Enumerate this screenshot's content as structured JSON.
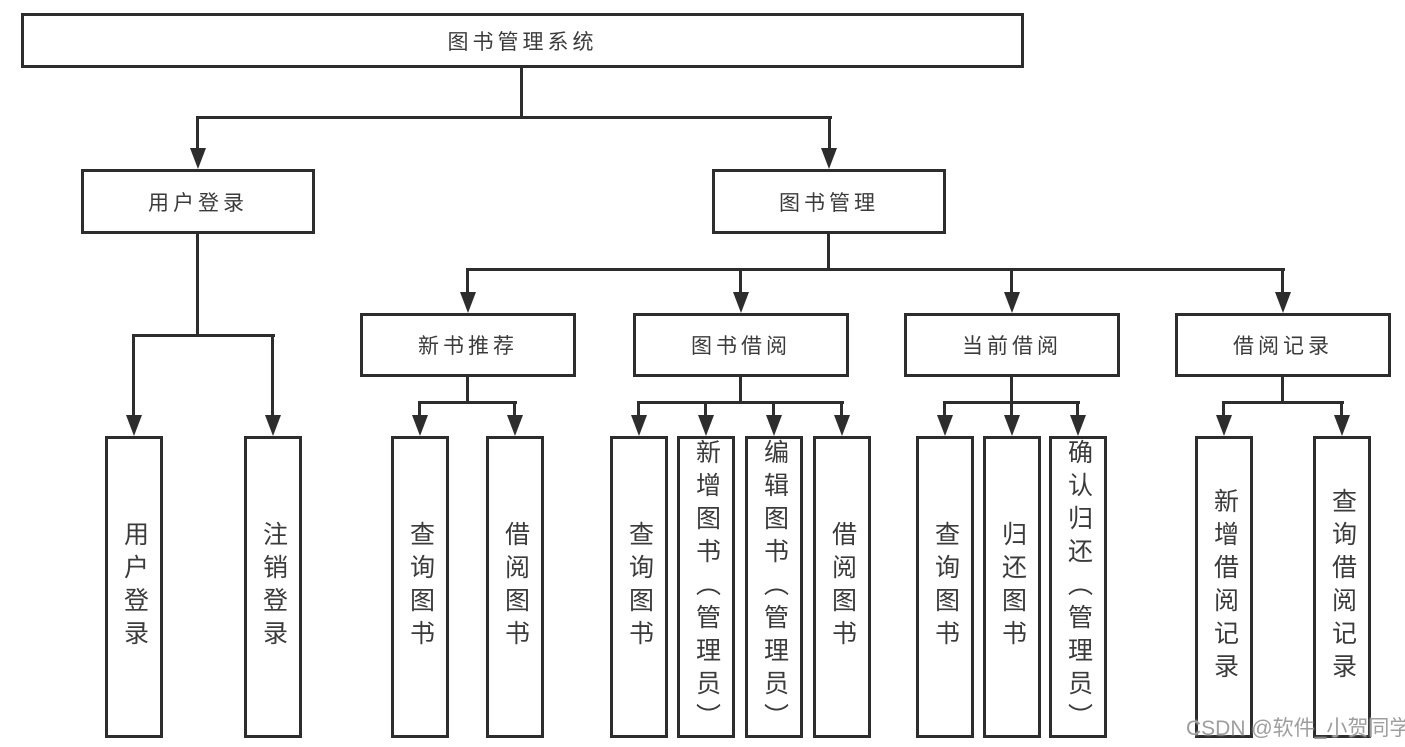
{
  "tree": {
    "root": {
      "label": "图书管理系统",
      "children": [
        {
          "label": "用户登录",
          "children": [
            {
              "label": "用户登录"
            },
            {
              "label": "注销登录"
            }
          ]
        },
        {
          "label": "图书管理",
          "children": [
            {
              "label": "新书推荐",
              "children": [
                {
                  "label": "查询图书"
                },
                {
                  "label": "借阅图书"
                }
              ]
            },
            {
              "label": "图书借阅",
              "children": [
                {
                  "label": "查询图书"
                },
                {
                  "label": "新增图书（管理员）"
                },
                {
                  "label": "编辑图书（管理员）"
                },
                {
                  "label": "借阅图书"
                }
              ]
            },
            {
              "label": "当前借阅",
              "children": [
                {
                  "label": "查询图书"
                },
                {
                  "label": "归还图书"
                },
                {
                  "label": "确认归还（管理员）"
                }
              ]
            },
            {
              "label": "借阅记录",
              "children": [
                {
                  "label": "新增借阅记录"
                },
                {
                  "label": "查询借阅记录"
                }
              ]
            }
          ]
        }
      ]
    }
  },
  "watermark": "CSDN @软件_小贺同学",
  "colors": {
    "line": "#2d2d2d",
    "text": "#3b3b3b",
    "watermark": "#9e9e9e",
    "box_background": "#ffffff"
  }
}
